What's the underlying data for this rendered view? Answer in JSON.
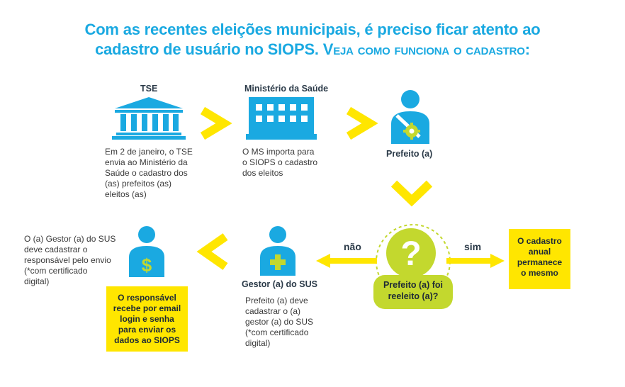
{
  "title": {
    "line1": "Com as recentes eleições municipais, é preciso ficar atento ao",
    "line2_start": "cadastro de usuário no SIOPS. ",
    "line2_emph": "Veja como funciona o cadastro:"
  },
  "steps": {
    "tse": {
      "label": "TSE",
      "desc": [
        "Em 2 de janeiro, o TSE",
        "envia ao Ministério da",
        "Saúde o cadastro dos",
        "(as) prefeitos (as)",
        "eleitos (as)"
      ]
    },
    "ms": {
      "label": "Ministério da Saúde",
      "desc": [
        "O MS importa para",
        "o SIOPS o cadastro",
        "dos eleitos"
      ]
    },
    "prefeito": {
      "label": "Prefeito (a)"
    },
    "question": {
      "lines": [
        "Prefeito (a) foi",
        "reeleito (a)?"
      ]
    },
    "no_label": "não",
    "yes_label": "sim",
    "yes_result": {
      "lines": [
        "O cadastro",
        "anual",
        "permanece",
        "o mesmo"
      ]
    },
    "gestor": {
      "label": "Gestor (a) do SUS",
      "desc": [
        "Prefeito (a) deve",
        "cadastrar o (a)",
        "gestor (a) do SUS",
        "(*com certificado",
        "digital)"
      ]
    },
    "gestor_note": {
      "desc": [
        "O (a) Gestor (a) do SUS",
        "deve cadastrar o",
        "responsável pelo envio",
        "(*com certificado",
        "digital)"
      ]
    },
    "responsavel": {
      "lines": [
        "O responsável",
        "recebe por email",
        "login e senha",
        "para enviar os",
        "dados ao SIOPS"
      ]
    }
  },
  "colors": {
    "blue": "#1aa9e1",
    "yellow": "#ffe600",
    "green": "#c3d82e",
    "text": "#3a3a3a"
  },
  "icons": [
    "building-columns-icon",
    "office-building-icon",
    "mayor-person-icon",
    "question-icon",
    "health-cross-person-icon",
    "dollar-person-icon"
  ]
}
